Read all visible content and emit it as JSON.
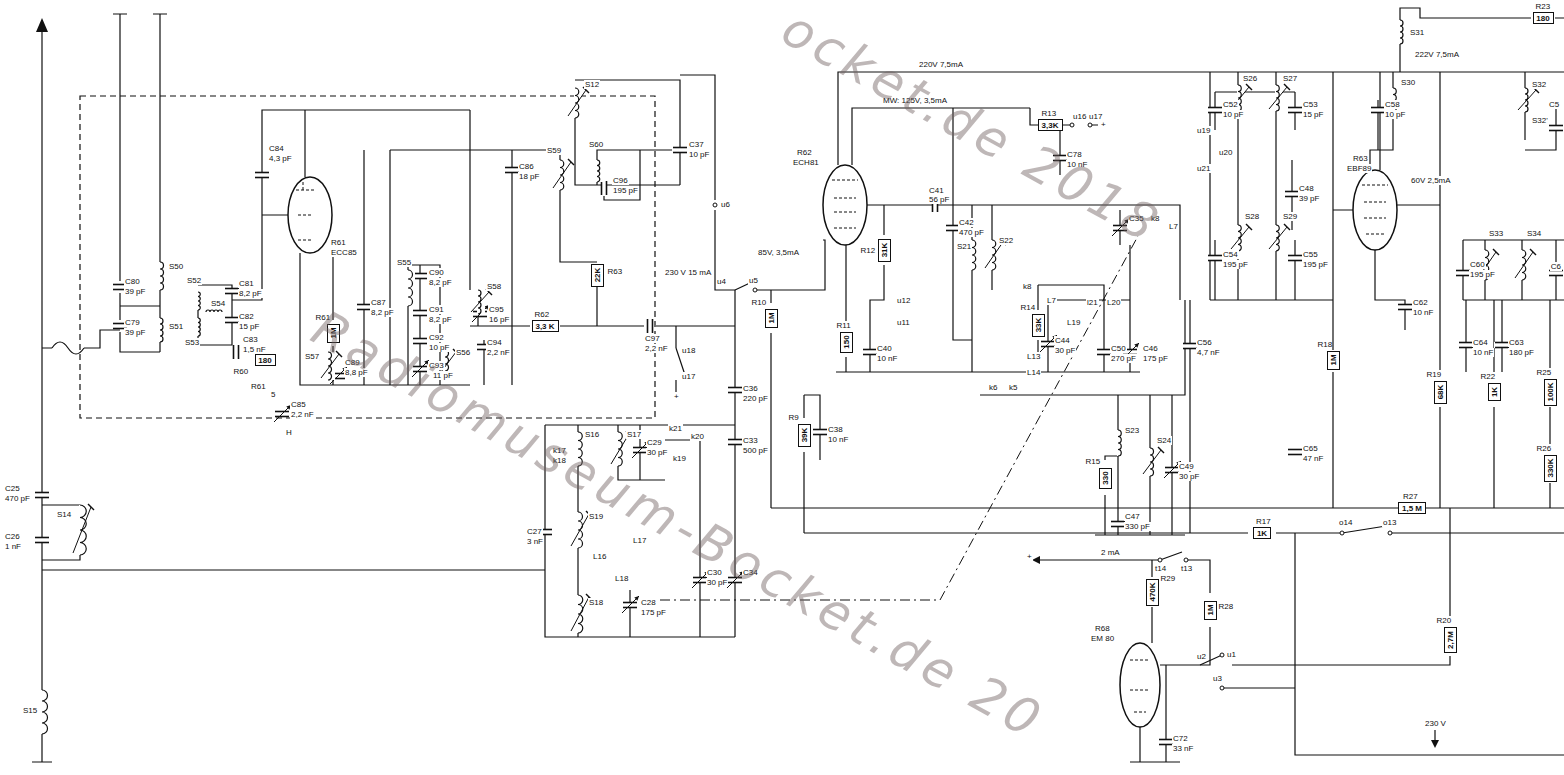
{
  "diagram": {
    "nodes": [
      {
        "text": [
          "R60",
          "180"
        ]
      },
      {
        "text": [
          "R61",
          "1M"
        ]
      },
      {
        "text": [
          "R63",
          "22K"
        ]
      },
      {
        "text": [
          "R62",
          "3,3 K"
        ]
      },
      {
        "text": [
          "R10",
          "1M"
        ]
      },
      {
        "text": [
          "R9",
          "39K"
        ]
      },
      {
        "text": [
          "R12",
          "31K"
        ]
      },
      {
        "text": [
          "R11",
          "150"
        ]
      },
      {
        "text": [
          "R13",
          "3,3K"
        ]
      },
      {
        "text": [
          "R14",
          "33K"
        ]
      },
      {
        "text": [
          "R15",
          "330"
        ]
      },
      {
        "text": [
          "R18",
          "1M"
        ]
      },
      {
        "text": [
          "R17",
          "1K"
        ]
      },
      {
        "text": [
          "R27",
          "1,5 M"
        ]
      },
      {
        "text": [
          "R19",
          "68K"
        ]
      },
      {
        "text": [
          "R22",
          "1K"
        ]
      },
      {
        "text": [
          "R25",
          "100K"
        ]
      },
      {
        "text": [
          "R26",
          "330K"
        ]
      },
      {
        "text": [
          "R23",
          "180"
        ]
      },
      {
        "text": [
          "R29",
          "470K"
        ]
      },
      {
        "text": [
          "R28",
          "1M"
        ]
      },
      {
        "text": [
          "R20",
          "2,7M"
        ]
      }
    ],
    "labels": [
      "C84",
      "4,3 pF",
      "C80",
      "39 pF",
      "C79",
      "39 pF",
      "S50",
      "S51",
      "S52",
      "S53",
      "S54",
      "C81",
      "8,2 pF",
      "C82",
      "15 pF",
      "C83",
      "1,5 nF",
      "R61",
      "ECC85",
      "C87",
      "8,2 pF",
      "S55",
      "C90",
      "8,2 pF",
      "C91",
      "8,2 pF",
      "C92",
      "10 pF",
      "C93",
      "11 pF",
      "S58",
      "C95",
      "16 pF",
      "C94",
      "2,2 nF",
      "S57",
      "C89",
      "8,8 pF",
      "S56",
      "C86",
      "18 pF",
      "S59",
      "S60",
      "C96",
      "195 pF",
      "S12",
      "C37",
      "10 pF",
      "u6",
      "C97",
      "2,2 nF",
      "230 V 15 mA",
      "u18",
      "u17",
      "+",
      "R61",
      "5",
      "C85",
      "2,2 nF",
      "H",
      "C25",
      "470 pF",
      "C26",
      "1 nF",
      "S14",
      "S15",
      "u4",
      "u5",
      "C36",
      "220 pF",
      "C33",
      "500 pF",
      "S16",
      "S17",
      "k17",
      "k18",
      "C29",
      "30 pF",
      "k21",
      "k20",
      "k19",
      "C27",
      "3 nF",
      "S19",
      "L17",
      "L16",
      "L18",
      "S18",
      "C28",
      "175 pF",
      "C30",
      "30 pF",
      "C34",
      "R62",
      "ECH81",
      "85V, 3,5mA",
      "220V 7,5mA",
      "MW: 125V, 3,5mA",
      "u16",
      "u17",
      "+",
      "C78",
      "10 nF",
      "C42",
      "470 pF",
      "C41",
      "56 pF",
      "C40",
      "10 nF",
      "u12",
      "u11",
      "C38",
      "10 nF",
      "S21",
      "S22",
      "k8",
      "L7",
      "L13",
      "L14",
      "C44",
      "30 pF",
      "l21",
      "L19",
      "L20",
      "C50",
      "270 pF",
      "C46",
      "175 pF",
      "C35",
      "k8",
      "L7",
      "k6",
      "k5",
      "S23",
      "S24",
      "C47",
      "330 pF",
      "C49",
      "30 pF",
      "S26",
      "S27",
      "C52",
      "10 pF",
      "C53",
      "15 pF",
      "u19",
      "u20",
      "u21",
      "C48",
      "39 pF",
      "S28",
      "S29",
      "C54",
      "195 pF",
      "C55",
      "195 pF",
      "C56",
      "4,7 nF",
      "C65",
      "47 nF",
      "R63",
      "EBF89",
      "222V 7,5mA",
      "S31",
      "S30",
      "S32",
      "S32'",
      "C58",
      "10 pF",
      "C5",
      "60V 2,5mA",
      "C62",
      "10 nF",
      "C60",
      "195 pF",
      "S33",
      "S34",
      "C6",
      "C64",
      "10 nF",
      "C63",
      "180 pF",
      "2 mA",
      "+",
      "t14",
      "t13",
      "R68",
      "EM 80",
      "u1",
      "u2",
      "u3",
      "C72",
      "33 nF",
      "o14",
      "o13",
      "230 V",
      "ocket.de 2018",
      "Radiomuseum-Bocket.de 20"
    ]
  }
}
